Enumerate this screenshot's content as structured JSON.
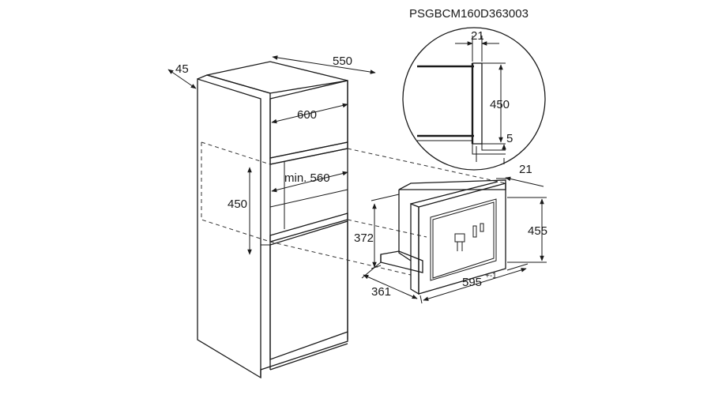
{
  "drawing_code": "PSGBCM160D363003",
  "cabinet": {
    "top_depth": "45",
    "top_width": "550",
    "width": "600",
    "niche_min": "min. 560",
    "niche_height": "450"
  },
  "detail": {
    "gap": "21",
    "height": "450",
    "bottom_gap": "5"
  },
  "appliance": {
    "front_depth": "21",
    "height_total": "455",
    "height_body": "372",
    "depth": "361",
    "width": "595",
    "width_tolerance": "+-1"
  },
  "colors": {
    "line": "#1a1a1a",
    "background": "#ffffff"
  }
}
